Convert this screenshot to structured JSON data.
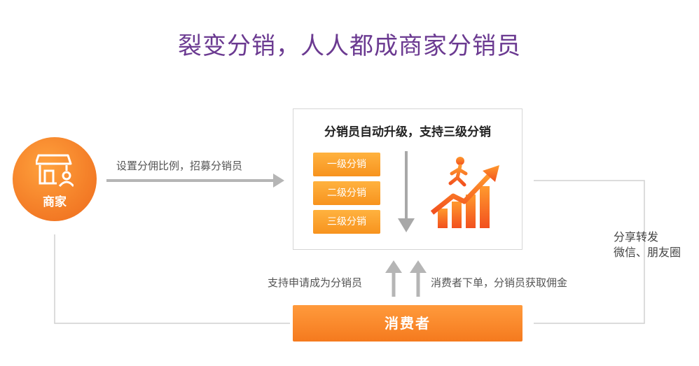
{
  "title": "裂变分销，人人都成商家分销员",
  "merchant": {
    "label": "商家",
    "icon": "storefront-user-icon"
  },
  "arrow_top_label": "设置分佣比例，招募分销员",
  "box": {
    "title": "分销员自动升级，支持三级分销",
    "levels": [
      "一级分销",
      "二级分销",
      "三级分销"
    ],
    "icons": [
      "down-arrow-icon",
      "climbing-person-growth-icon"
    ]
  },
  "left_up_label": "支持申请成为分销员",
  "right_up_label": "消费者下单，分销员获取佣金",
  "consumer": {
    "label": "消费者"
  },
  "share": {
    "line1": "分享转发",
    "line2": "微信、朋友圈"
  },
  "colors": {
    "orange": "#f7931e",
    "purple": "#6b3a91",
    "gray_line": "#d0d0d0",
    "gray_arrow": "#b5b5b5"
  }
}
